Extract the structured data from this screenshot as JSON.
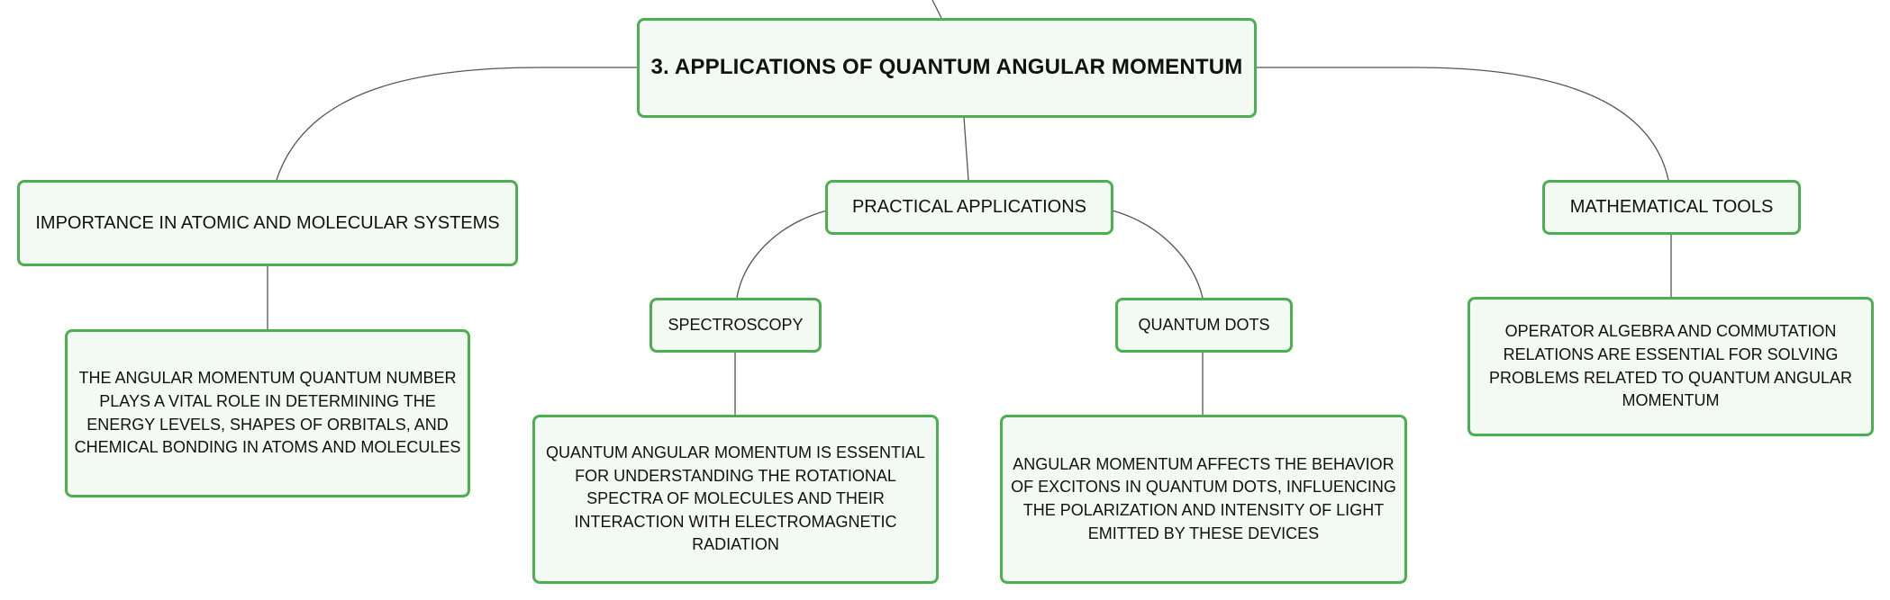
{
  "diagram": {
    "root": {
      "label": "3. APPLICATIONS OF QUANTUM ANGULAR MOMENTUM"
    },
    "atomic": {
      "label": "IMPORTANCE IN ATOMIC AND MOLECULAR SYSTEMS",
      "detail": "THE ANGULAR MOMENTUM QUANTUM NUMBER PLAYS A VITAL ROLE IN DETERMINING THE ENERGY LEVELS, SHAPES OF ORBITALS, AND CHEMICAL BONDING IN ATOMS AND MOLECULES"
    },
    "practical": {
      "label": "PRACTICAL APPLICATIONS",
      "spectroscopy": {
        "label": "SPECTROSCOPY",
        "detail": "QUANTUM ANGULAR MOMENTUM IS ESSENTIAL FOR UNDERSTANDING THE ROTATIONAL SPECTRA OF MOLECULES AND THEIR INTERACTION WITH ELECTROMAGNETIC RADIATION"
      },
      "quantum_dots": {
        "label": "QUANTUM DOTS",
        "detail": "ANGULAR MOMENTUM AFFECTS THE BEHAVIOR OF EXCITONS IN QUANTUM DOTS, INFLUENCING THE POLARIZATION AND INTENSITY OF LIGHT EMITTED BY THESE DEVICES"
      }
    },
    "math": {
      "label": "MATHEMATICAL TOOLS",
      "detail": "OPERATOR ALGEBRA AND COMMUTATION RELATIONS ARE ESSENTIAL FOR SOLVING PROBLEMS RELATED TO QUANTUM ANGULAR MOMENTUM"
    },
    "colors": {
      "border": "#4caf50",
      "fill": "#f3f9f3",
      "line": "#555555"
    }
  }
}
